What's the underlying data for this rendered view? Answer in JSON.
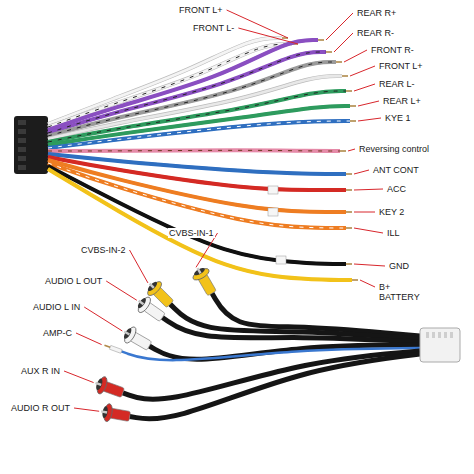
{
  "diagram": {
    "labels": [
      "FRONT L+",
      "FRONT L-",
      "REAR R+",
      "REAR R-",
      "FRONT R-",
      "FRONT L+",
      "REAR L-",
      "REAR L+",
      "KYE 1",
      "Reversing control",
      "ANT CONT",
      "ACC",
      "KEY 2",
      "ILL",
      "GND",
      "B+ BATTERY",
      "CVBS-IN-1",
      "CVBS-IN-2",
      "AUDIO L OUT",
      "AUDIO L IN",
      "AMP-C",
      "AUX R IN",
      "AUDIO R OUT"
    ]
  }
}
